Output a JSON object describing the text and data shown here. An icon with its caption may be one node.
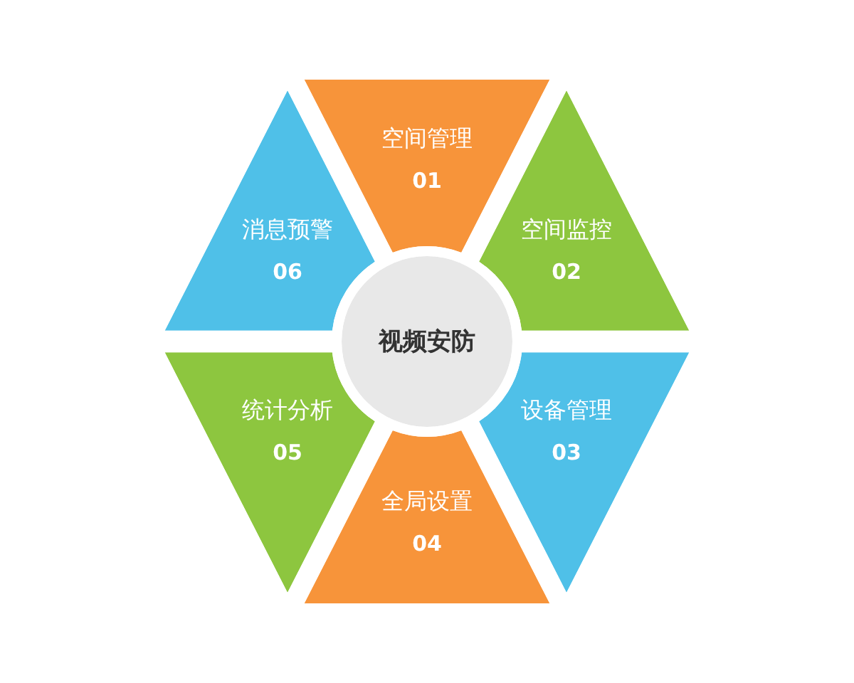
{
  "diagram": {
    "nodes": [
      {
        "text": [
          "空间管理",
          "01"
        ]
      },
      {
        "text": [
          "空间监控",
          "02"
        ]
      },
      {
        "text": [
          "设备管理",
          "03"
        ]
      },
      {
        "text": [
          "全局设置",
          "04"
        ]
      },
      {
        "text": [
          "统计分析",
          "05"
        ]
      },
      {
        "text": [
          "消息预警",
          "06"
        ]
      },
      {
        "text": [
          "视频安防"
        ]
      }
    ]
  }
}
